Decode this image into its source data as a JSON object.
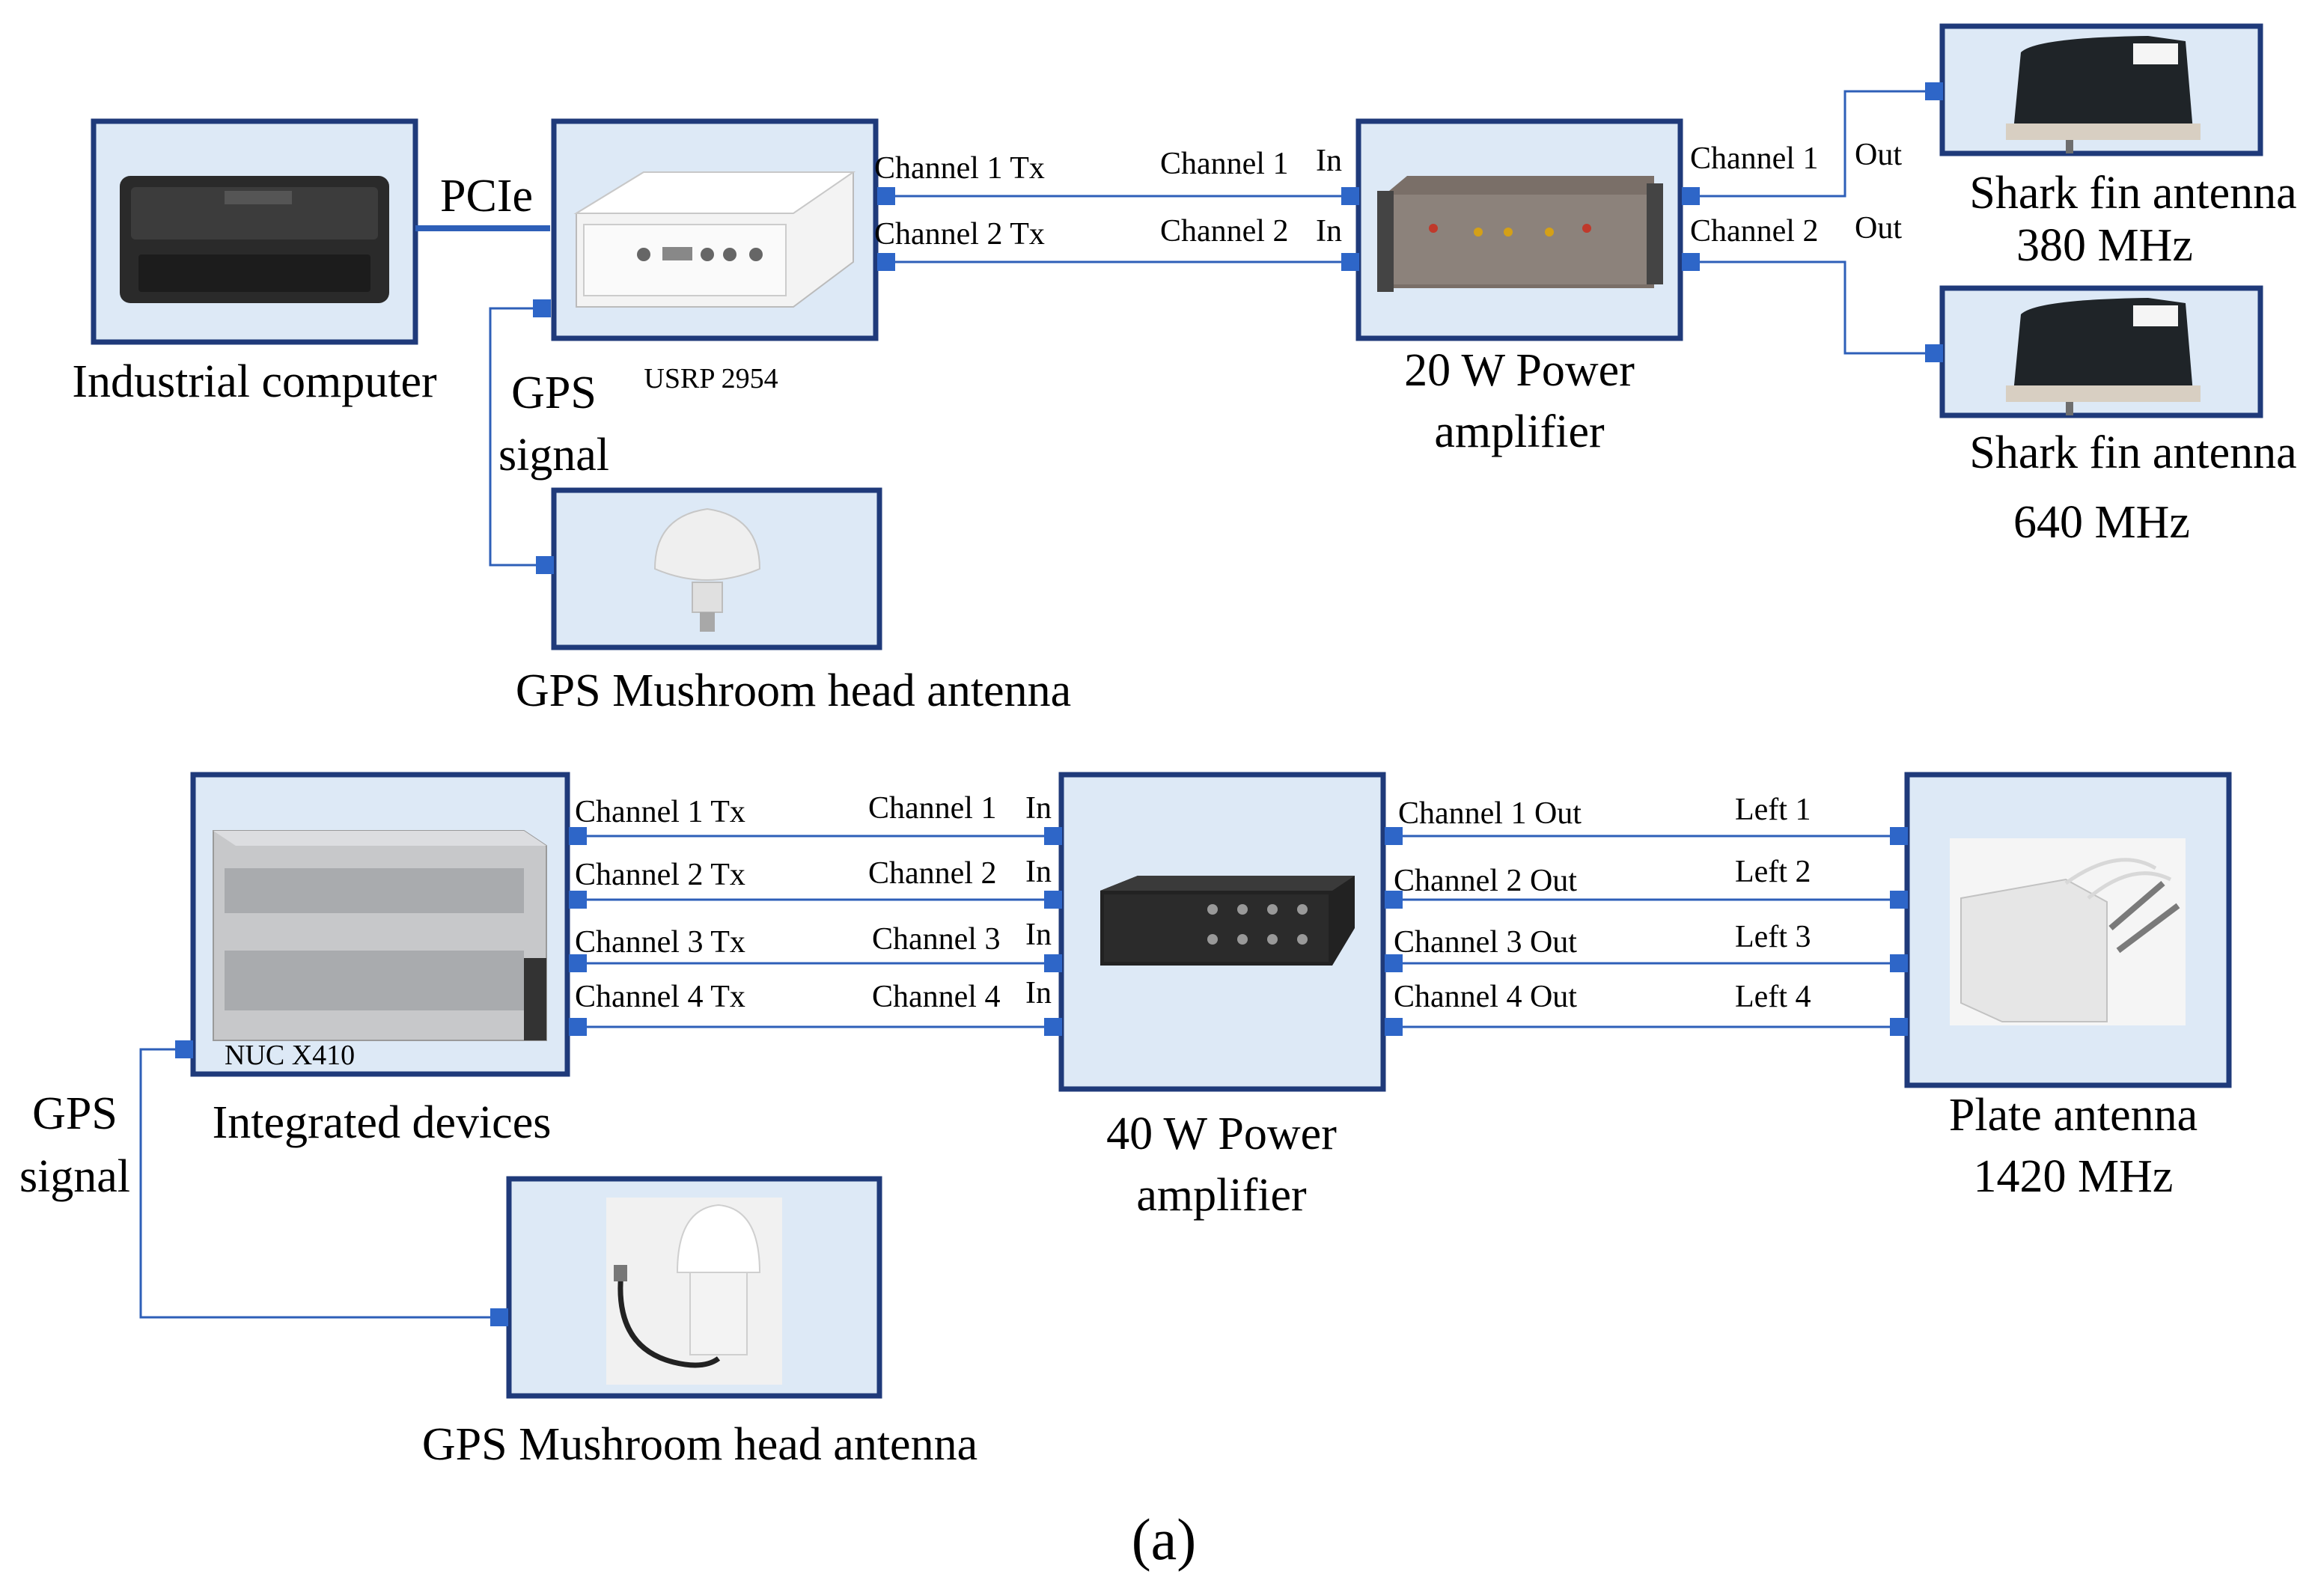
{
  "top": {
    "industrial_computer": "Industrial computer",
    "pcie": "PCIe",
    "usrp": "USRP 2954",
    "gps_signal_line1": "GPS",
    "gps_signal_line2": "signal",
    "gps_antenna": "GPS Mushroom head antenna",
    "ch1_tx": "Channel 1 Tx",
    "ch2_tx": "Channel 2 Tx",
    "ch1_in": "Channel 1",
    "ch2_in": "Channel 2",
    "in": "In",
    "amp_line1": "20 W Power",
    "amp_line2": "amplifier",
    "ch1_out": "Channel 1",
    "ch2_out": "Channel 2",
    "out": "Out",
    "shark1_line1": "Shark fin antenna",
    "shark1_line2": "380 MHz",
    "shark2_line1": "Shark fin antenna",
    "shark2_line2": "640 MHz"
  },
  "bottom": {
    "nuc": "NUC X410",
    "integrated": "Integrated devices",
    "gps_signal_line1": "GPS",
    "gps_signal_line2": "signal",
    "gps_antenna": "GPS Mushroom head antenna",
    "tx": [
      "Channel 1 Tx",
      "Channel 2 Tx",
      "Channel 3 Tx",
      "Channel 4 Tx"
    ],
    "in_labels": [
      "Channel 1",
      "Channel 2",
      "Channel 3",
      "Channel 4"
    ],
    "in": "In",
    "amp_line1": "40 W Power",
    "amp_line2": "amplifier",
    "out": [
      "Channel 1 Out",
      "Channel 2 Out",
      "Channel 3 Out",
      "Channel 4 Out"
    ],
    "left": [
      "Left 1",
      "Left 2",
      "Left 3",
      "Left 4"
    ],
    "plate_line1": "Plate antenna",
    "plate_line2": "1420 MHz"
  },
  "caption": "(a)"
}
